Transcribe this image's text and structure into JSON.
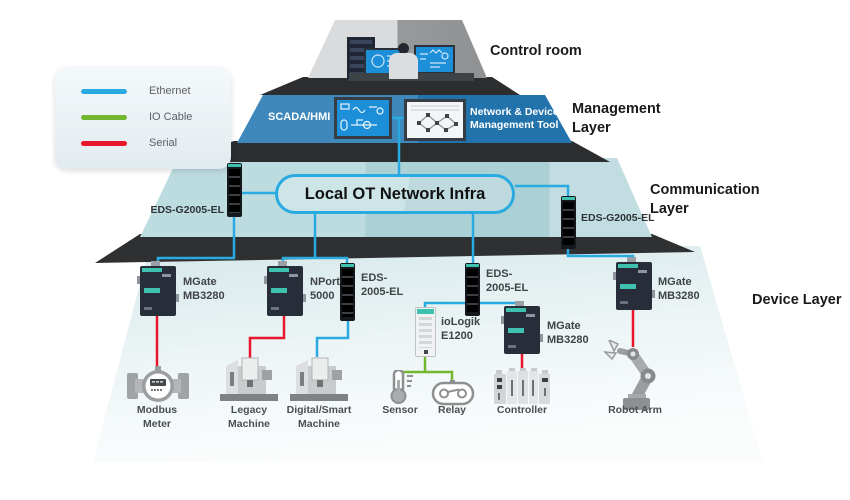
{
  "legend": {
    "items": [
      {
        "label": "Ethernet",
        "color": "#29abe2"
      },
      {
        "label": "IO Cable",
        "color": "#72b72e"
      },
      {
        "label": "Serial",
        "color": "#e8172b"
      }
    ]
  },
  "layers": {
    "control_room": {
      "label": "Control room"
    },
    "management": {
      "label": "Management\nLayer",
      "scada": "SCADA/HMI",
      "tool": "Network & Device\nManagement Tool"
    },
    "communication": {
      "label": "Communication\nLayer",
      "network": "Local OT Network Infra",
      "left_switch": "EDS-G2005-EL",
      "right_switch": "EDS-G2005-EL"
    },
    "device": {
      "label": "Device Layer"
    }
  },
  "device_nodes": [
    {
      "id": "mgate-left",
      "label": "MGate\nMB3280"
    },
    {
      "id": "nport",
      "label": "NPort\n5000"
    },
    {
      "id": "eds-left",
      "label": "EDS-\n2005-EL"
    },
    {
      "id": "iologik",
      "label": "ioLogik\nE1200"
    },
    {
      "id": "eds-right",
      "label": "EDS-\n2005-EL"
    },
    {
      "id": "mgate-mid",
      "label": "MGate\nMB3280"
    },
    {
      "id": "mgate-right",
      "label": "MGate\nMB3280"
    }
  ],
  "end_devices": [
    {
      "id": "modbus-meter",
      "label": "Modbus\nMeter"
    },
    {
      "id": "legacy-machine",
      "label": "Legacy\nMachine"
    },
    {
      "id": "smart-machine",
      "label": "Digital/Smart\nMachine"
    },
    {
      "id": "sensor",
      "label": "Sensor"
    },
    {
      "id": "relay",
      "label": "Relay"
    },
    {
      "id": "controller",
      "label": "Controller"
    },
    {
      "id": "robot-arm",
      "label": "Robot Arm"
    }
  ]
}
